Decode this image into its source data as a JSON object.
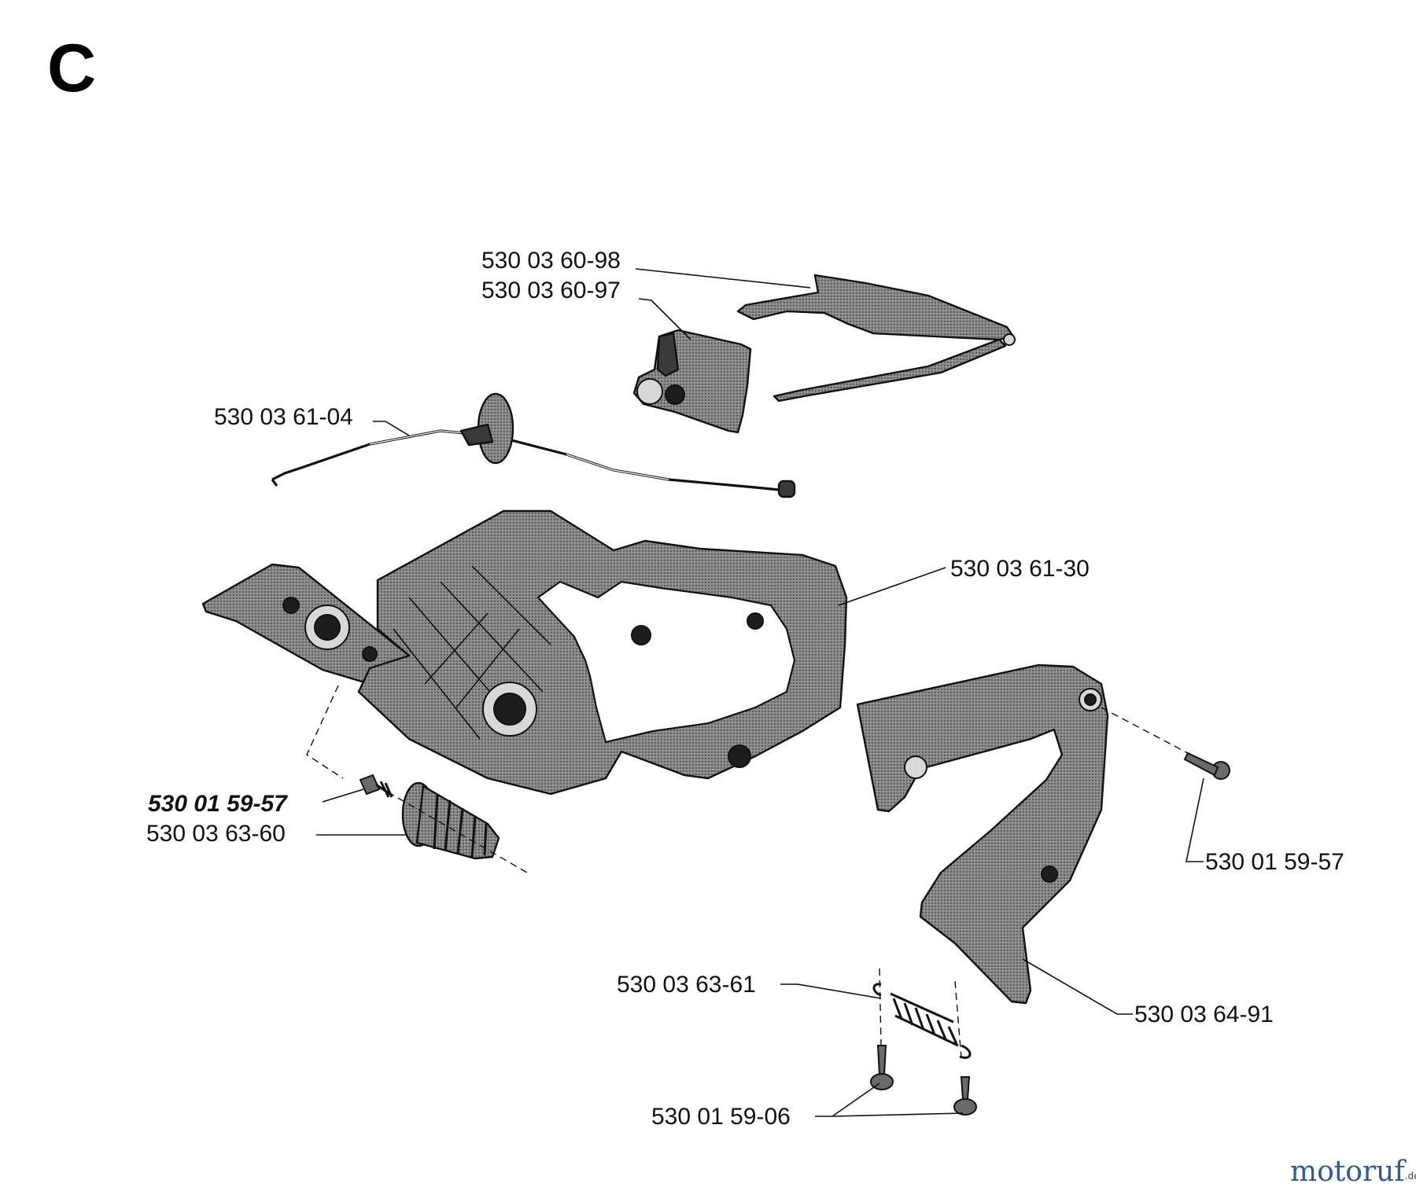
{
  "section_letter": "C",
  "parts": [
    {
      "id": "bar-spring-plate",
      "number": "530 03 60-98",
      "emphasized": false
    },
    {
      "id": "brake-cover-piece",
      "number": "530 03 60-97",
      "emphasized": false
    },
    {
      "id": "brake-cable",
      "number": "530 03 61-04",
      "emphasized": false
    },
    {
      "id": "main-housing",
      "number": "530 03 61-30",
      "emphasized": false
    },
    {
      "id": "small-screw-left",
      "number": "530 01 59-57",
      "emphasized": true
    },
    {
      "id": "bellows-boot",
      "number": "530 03 63-60",
      "emphasized": false
    },
    {
      "id": "screw-right",
      "number": "530 01 59-57",
      "emphasized": false
    },
    {
      "id": "handle-bracket",
      "number": "530 03 64-91",
      "emphasized": false
    },
    {
      "id": "tension-spring",
      "number": "530 03 63-61",
      "emphasized": false
    },
    {
      "id": "spring-screws",
      "number": "530 01 59-06",
      "emphasized": false
    }
  ],
  "watermark": {
    "main": "motoruf",
    "suffix": ".de"
  }
}
